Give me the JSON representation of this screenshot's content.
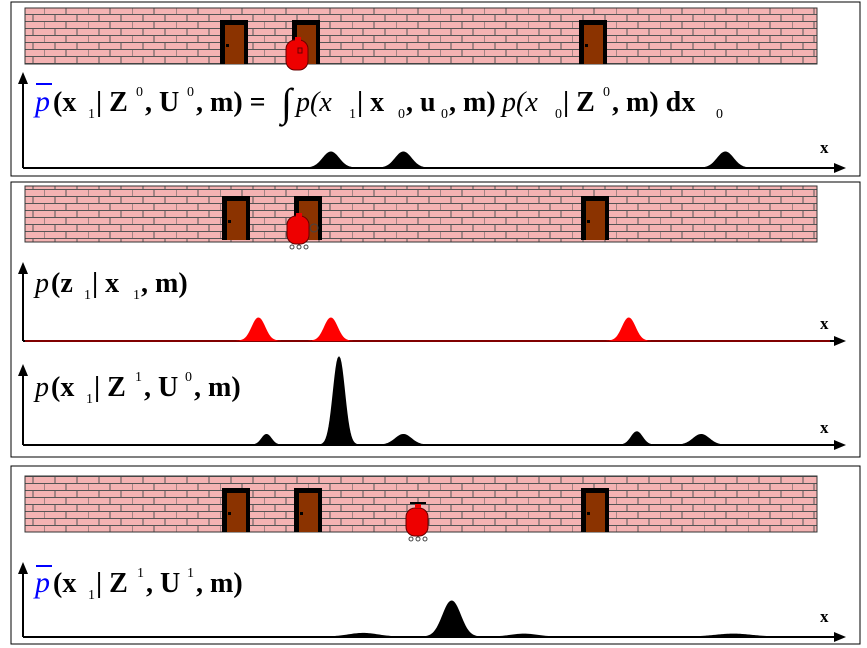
{
  "colors": {
    "wall_fill": "#f4b3b3",
    "brick_line": "#444444",
    "door_frame": "#000000",
    "door_wood": "#8b3300",
    "robot": "#ee0000",
    "measurement_curve": "#ff0000",
    "belief_curve": "#000000",
    "bar_blue": "#0000ff",
    "panel_border": "#000000"
  },
  "axis_label": "x",
  "panels": [
    {
      "name": "predicted-belief",
      "doors_bins": [
        0.19,
        0.3,
        0.63
      ],
      "robot_bin": 0.3,
      "robot_wheels": false,
      "formula": {
        "lhs_p": "p",
        "lhs_args": "(x",
        "lhs_sub1": "1",
        "lhs_bar": " | Z",
        "lhs_sup0": "0",
        "lhs_comma": ", U",
        "lhs_sup0b": "0",
        "lhs_end": ", m) =",
        "integral": "∫",
        "rhs1": " p(x",
        "rhs1_sub1": "1",
        "rhs1_mid": " | x",
        "rhs1_sub0": "0",
        "rhs1_u": ", u",
        "rhs1_sub0b": "0",
        "rhs1_end": ", m)",
        "rhs2": " p(x",
        "rhs2_sub0": "0",
        "rhs2_mid": " | Z",
        "rhs2_sup0": "0",
        "rhs2_end": ", m) dx",
        "rhs2_sub0b": "0"
      },
      "curve": {
        "type": "belief",
        "peaks": [
          [
            0.38,
            10,
            1.0
          ],
          [
            0.47,
            10,
            1.0
          ],
          [
            0.87,
            10,
            1.0
          ]
        ]
      }
    },
    {
      "name": "measurement-and-posterior",
      "doors_bins": [
        0.19,
        0.3,
        0.63
      ],
      "robot_bin": 0.3,
      "robot_wheels": true,
      "formula_meas": {
        "p": "p",
        "open": "(z",
        "sub1": "1",
        "bar": " | x",
        "sub1b": "1",
        "end": ", m)"
      },
      "formula_post": {
        "p": "p",
        "open": "(x",
        "sub1": "1",
        "bar": " | Z",
        "sup1": "1",
        "comma": ", U",
        "sup0": "0",
        "end": ", m)"
      },
      "measurement_peaks": [
        0.29,
        0.38,
        0.75
      ],
      "posterior_peaks": [
        [
          0.3,
          6,
          0.12
        ],
        [
          0.39,
          7,
          1.0
        ],
        [
          0.47,
          10,
          0.12
        ],
        [
          0.76,
          7,
          0.15
        ],
        [
          0.84,
          10,
          0.12
        ]
      ]
    },
    {
      "name": "predicted-belief-after-motion",
      "doors_bins": [
        0.19,
        0.3,
        0.63
      ],
      "robot_bin": 0.47,
      "robot_wheels": true,
      "formula": {
        "p": "p",
        "open": "(x",
        "sub1": "1",
        "bar": " | Z",
        "sup1": "1",
        "comma": ", U",
        "sup1b": "1",
        "end": ", m)"
      },
      "curve_peaks": [
        [
          0.42,
          18,
          0.1
        ],
        [
          0.53,
          11,
          1.0
        ],
        [
          0.62,
          16,
          0.08
        ],
        [
          0.88,
          22,
          0.08
        ]
      ]
    }
  ]
}
